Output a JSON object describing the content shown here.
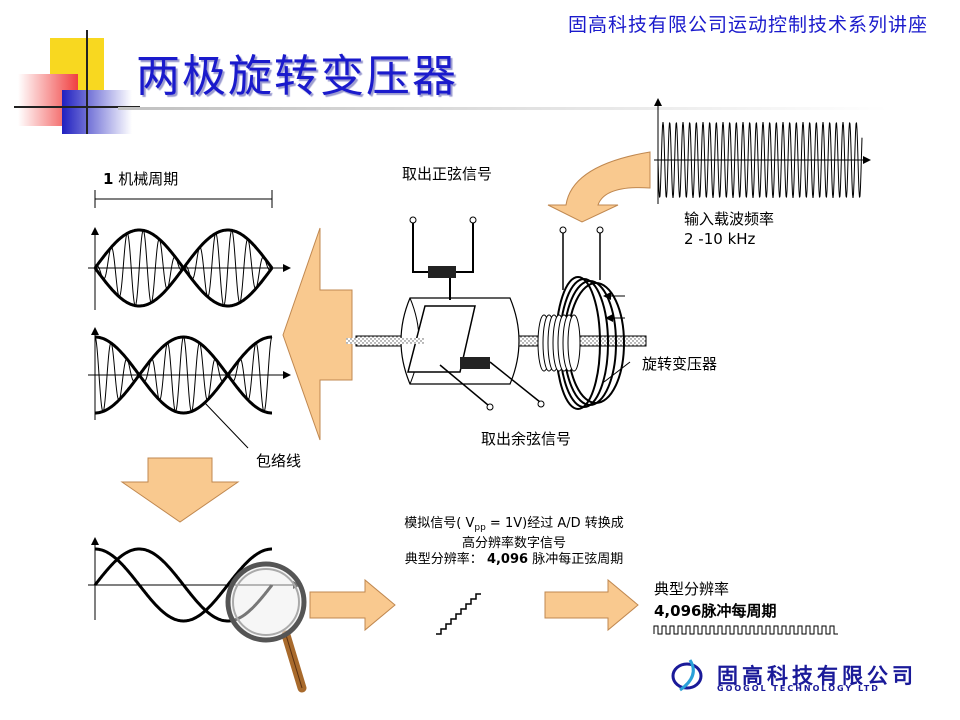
{
  "header": {
    "series_title": "固高科技有限公司运动控制技术系列讲座",
    "slide_title": "两极旋转变压器"
  },
  "labels": {
    "mech_cycle_num": "1",
    "mech_cycle_text": " 机械周期",
    "take_sine": "取出正弦信号",
    "input_freq_label": "输入载波频率",
    "input_freq_value": "2 -10 kHz",
    "resolver": "旋转变压器",
    "take_cosine": "取出余弦信号",
    "envelope": "包络线"
  },
  "conversion_note": {
    "line1_a": "模拟信号( V",
    "line1_sub": "pp",
    "line1_b": " = 1V)经过 A/D 转换成",
    "line2": "高分辨率数字信号",
    "line3_a": "典型分辨率：  ",
    "line3_b": "4,096",
    "line3_c": " 脉冲每正弦周期"
  },
  "resolution": {
    "label": "典型分辨率",
    "value_num": "4,096",
    "value_text": "脉冲每周期"
  },
  "logo": {
    "company_cn": "固高科技有限公司",
    "company_en": "GOOGOL TECHNOLOGY LTD"
  },
  "colors": {
    "title_blue": "#1a1acc",
    "arrow_fill": "#f9c98f",
    "arrow_stroke": "#c08850",
    "deco_yellow": "#f8d820",
    "deco_red": "#f04040",
    "deco_blue": "#2020c0"
  }
}
